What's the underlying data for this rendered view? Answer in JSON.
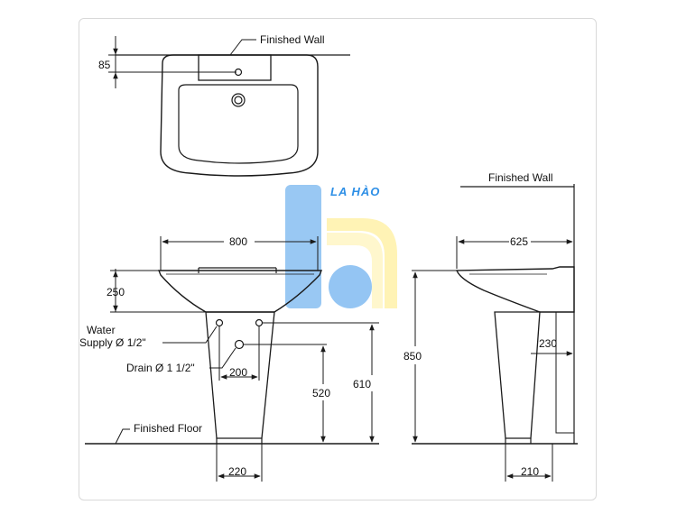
{
  "colors": {
    "line": "#1a1a1a",
    "logo_blue": "#8ec2f2",
    "logo_blue_dark": "#2e8fe6",
    "logo_yellow": "#fff1a8",
    "frame": "#d9d9d9"
  },
  "watermark": {
    "brand_text": "LA HÀO"
  },
  "top_view": {
    "wall_label": "Finished Wall",
    "dim_85": "85"
  },
  "front_view": {
    "width_800": "800",
    "height_250": "250",
    "water_supply_line1": "Water",
    "water_supply_line2": "Supply Ø 1/2\"",
    "drain_label": "Drain Ø 1 1/2\"",
    "spacing_200": "200",
    "height_520": "520",
    "height_610": "610",
    "floor_label": "Finished Floor",
    "base_220": "220"
  },
  "side_view": {
    "wall_label": "Finished Wall",
    "depth_625": "625",
    "height_850": "850",
    "dim_230": "230",
    "base_210": "210"
  }
}
